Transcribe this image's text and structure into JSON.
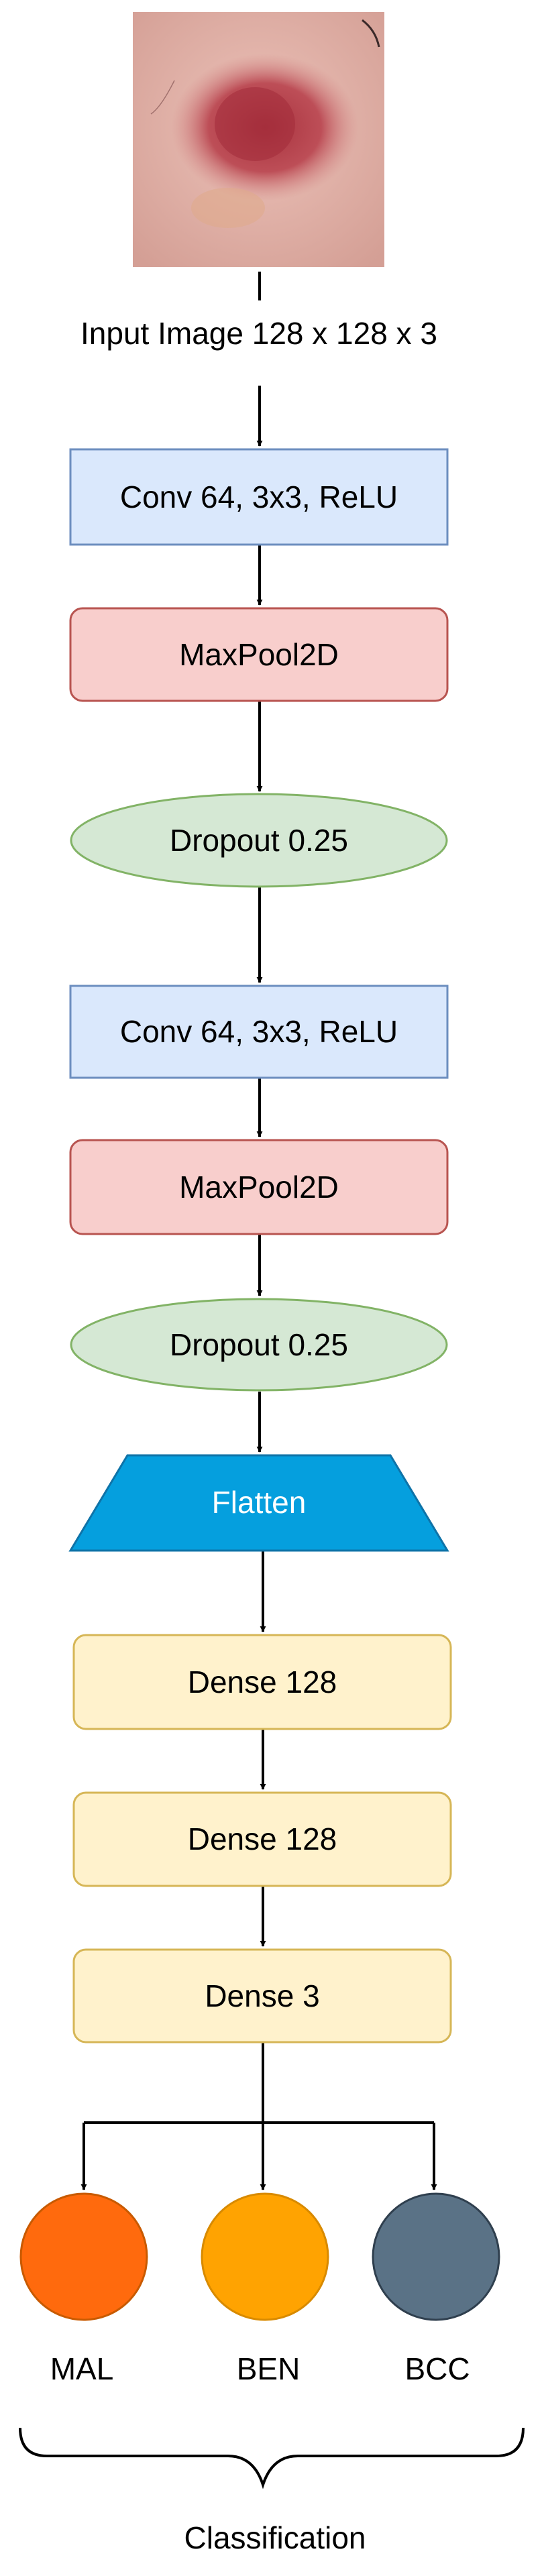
{
  "input": {
    "label": "Input Image 128 x 128 x 3",
    "image_icon": "skin-lesion-image"
  },
  "layers": [
    {
      "label": "Conv 64, 3x3, ReLU",
      "kind": "conv"
    },
    {
      "label": "MaxPool2D",
      "kind": "pool"
    },
    {
      "label": "Dropout 0.25",
      "kind": "dropout"
    },
    {
      "label": "Conv 64, 3x3, ReLU",
      "kind": "conv"
    },
    {
      "label": "MaxPool2D",
      "kind": "pool"
    },
    {
      "label": "Dropout 0.25",
      "kind": "dropout"
    },
    {
      "label": "Flatten",
      "kind": "flatten"
    },
    {
      "label": "Dense 128",
      "kind": "dense"
    },
    {
      "label": "Dense 128",
      "kind": "dense"
    },
    {
      "label": "Dense 3",
      "kind": "dense"
    }
  ],
  "outputs": [
    {
      "label": "MAL",
      "color": "#ff6a0d"
    },
    {
      "label": "BEN",
      "color": "#ffa301"
    },
    {
      "label": "BCC",
      "color": "#5a7286"
    }
  ],
  "group_label": "Classification",
  "colors": {
    "conv_fill": "#dae8fc",
    "conv_stroke": "#6c8ebf",
    "pool_fill": "#f8cecc",
    "pool_stroke": "#b85450",
    "dropout_fill": "#d5e8d4",
    "dropout_stroke": "#82b366",
    "flatten_fill": "#059fde",
    "flatten_stroke": "#0e73a8",
    "dense_fill": "#fff2cc",
    "dense_stroke": "#d6b656"
  }
}
